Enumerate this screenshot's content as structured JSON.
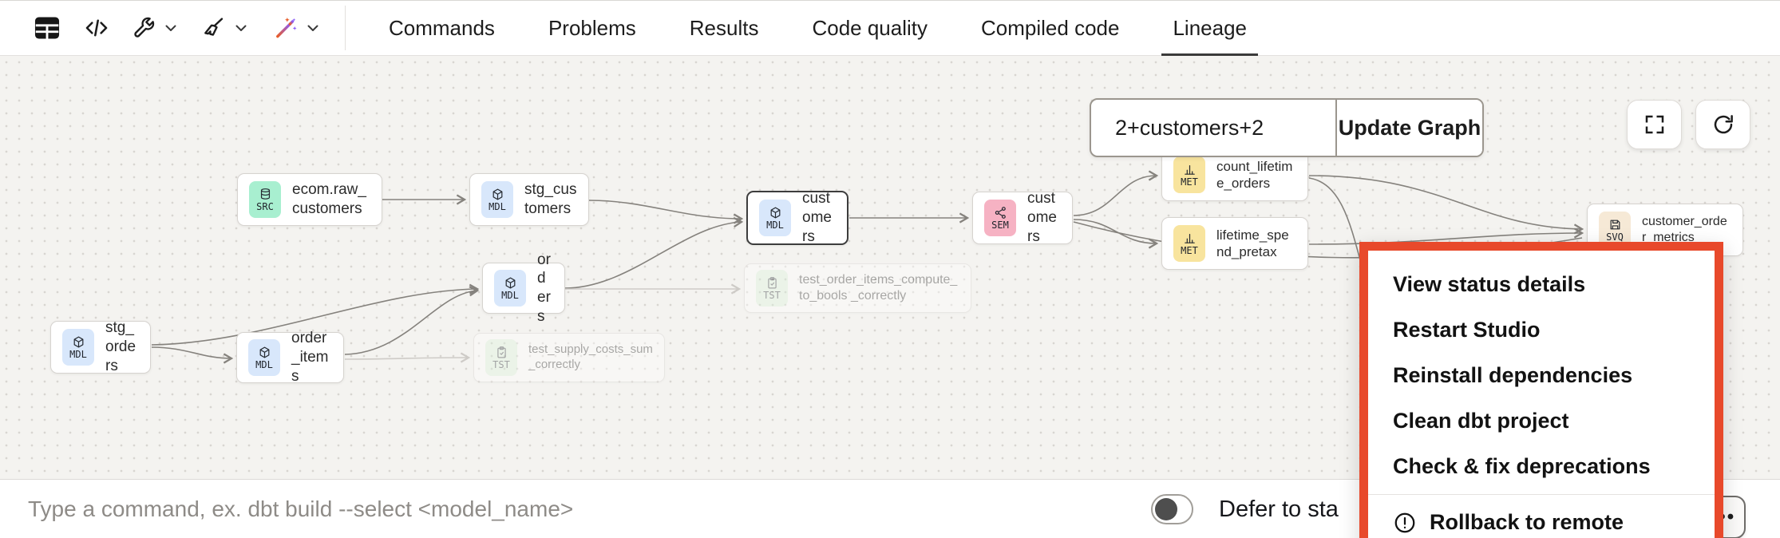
{
  "toolbar": {
    "icons": [
      "table",
      "code",
      "wrench",
      "broom",
      "magic-wand"
    ]
  },
  "tabs": {
    "items": [
      {
        "label": "Commands"
      },
      {
        "label": "Problems"
      },
      {
        "label": "Results"
      },
      {
        "label": "Code quality"
      },
      {
        "label": "Compiled code"
      },
      {
        "label": "Lineage"
      }
    ],
    "active": "Lineage"
  },
  "lineage": {
    "selector": {
      "value": "2+customers+2"
    },
    "update_button_label": "Update Graph",
    "nodes": [
      {
        "label": "ecom.raw_customers",
        "badge": "SRC",
        "type": "source"
      },
      {
        "label": "stg_customers",
        "badge": "MDL",
        "type": "model"
      },
      {
        "label": "customers",
        "badge": "MDL",
        "type": "model",
        "selected": true
      },
      {
        "label": "customers",
        "badge": "SEM",
        "type": "semantic-model"
      },
      {
        "label": "count_lifetime_orders",
        "badge": "MET",
        "type": "metric"
      },
      {
        "label": "lifetime_spend_pretax",
        "badge": "MET",
        "type": "metric"
      },
      {
        "label": "customer_order_metrics",
        "badge": "SVQ",
        "type": "saved-query"
      },
      {
        "label": "stg_orders",
        "badge": "MDL",
        "type": "model"
      },
      {
        "label": "order_items",
        "badge": "MDL",
        "type": "model"
      },
      {
        "label": "orders",
        "badge": "MDL",
        "type": "model"
      },
      {
        "label": "test_order_items_compute_to_bools _correctly",
        "badge": "TST",
        "type": "test",
        "faded": true
      },
      {
        "label": "test_supply_costs_sum_correctly",
        "badge": "TST",
        "type": "test",
        "faded": true
      }
    ]
  },
  "menu": {
    "items": [
      "View status details",
      "Restart Studio",
      "Reinstall dependencies",
      "Clean dbt project",
      "Check & fix deprecations"
    ],
    "danger_item": "Rollback to remote",
    "highlight_color": "#e8492b"
  },
  "bottom_bar": {
    "command_placeholder": "Type a command, ex. dbt build --select <model_name>",
    "defer_label": "Defer to sta",
    "toggle_state": "off",
    "more_label": "•••"
  },
  "colors": {
    "badge_mdl": "#d8e7fb",
    "badge_src": "#a8efd0",
    "badge_sem": "#f6b2c3",
    "badge_met": "#f8e49e",
    "badge_svq": "#f6e9d6",
    "badge_tst": "#ddf3dc",
    "accent_red": "#e8492b",
    "canvas_bg": "#f4f3f0"
  }
}
